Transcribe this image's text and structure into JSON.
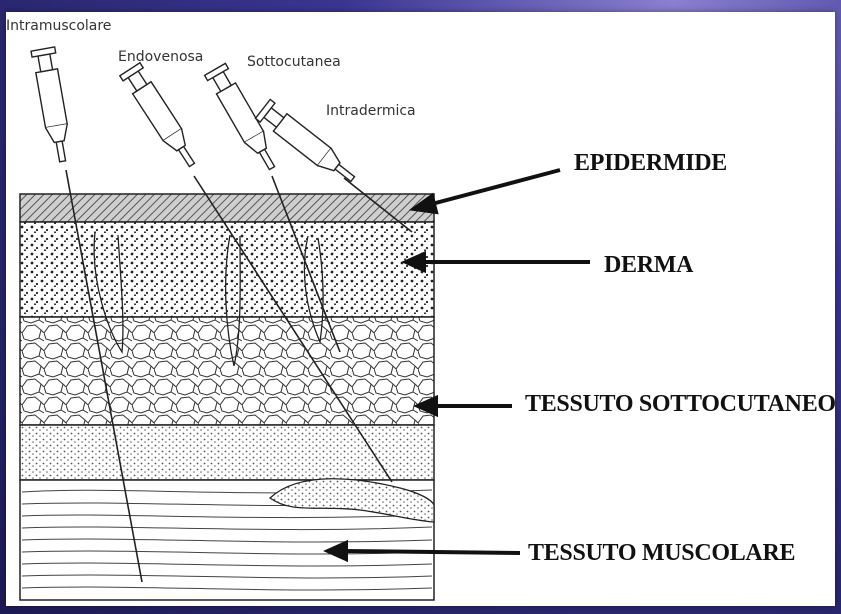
{
  "injections": {
    "intramuscolare": "Intramuscolare",
    "endovenosa": "Endovenosa",
    "sottocutanea": "Sottocutanea",
    "intradermica": "Intradermica"
  },
  "layers": {
    "epidermide": "EPIDERMIDE",
    "derma": "DERMA",
    "tessuto_sottocutaneo": "TESSUTO SOTTOCUTANEO",
    "tessuto_muscolare": "TESSUTO MUSCOLARE"
  }
}
